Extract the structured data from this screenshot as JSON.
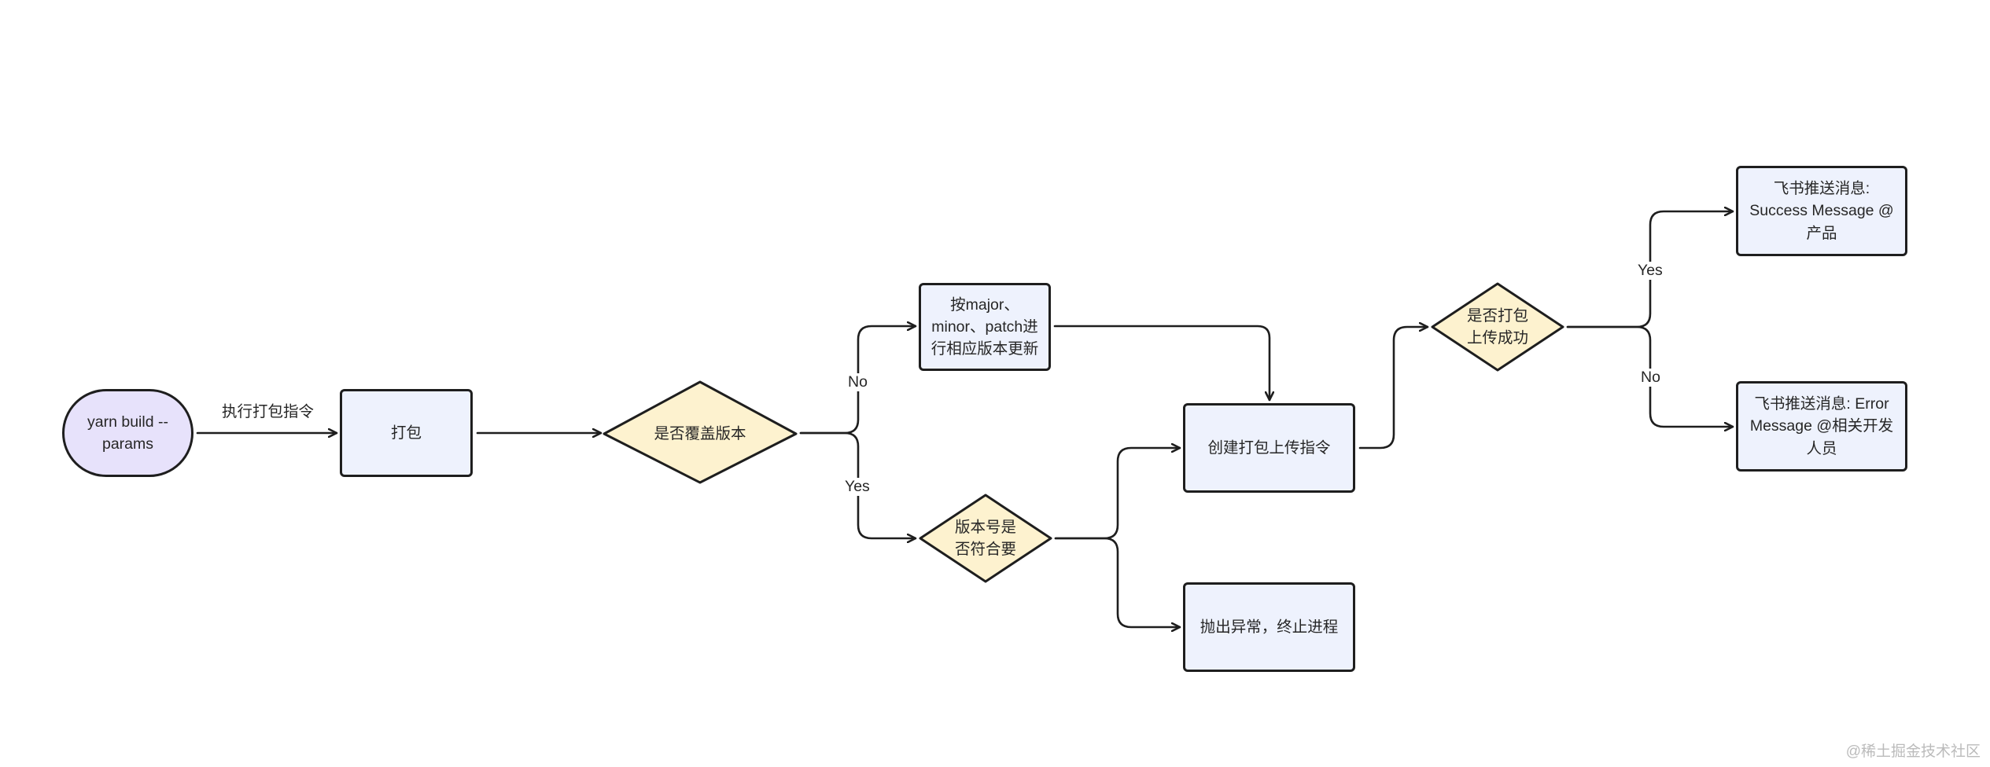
{
  "nodes": {
    "start": "yarn build --params",
    "build": "打包",
    "override": "是否覆盖版本",
    "update_version": "按major、minor、patch进行相应版本更新",
    "version_check": "版本号是否符合要",
    "create_cmd": "创建打包上传指令",
    "throw_error": "抛出异常，终止进程",
    "upload_success": "是否打包上传成功",
    "success_msg": "飞书推送消息: Success Message @产品",
    "error_msg": "飞书推送消息: Error Message @相关开发人员"
  },
  "edge_labels": {
    "run_cmd": "执行打包指令",
    "override_no": "No",
    "override_yes": "Yes",
    "upload_yes": "Yes",
    "upload_no": "No"
  },
  "watermark": "@稀土掘金技术社区",
  "colors": {
    "terminal_fill": "#e7e2fb",
    "process_fill": "#eef2fd",
    "decision_fill": "#fdf2cf",
    "stroke": "#1e1e1e"
  }
}
